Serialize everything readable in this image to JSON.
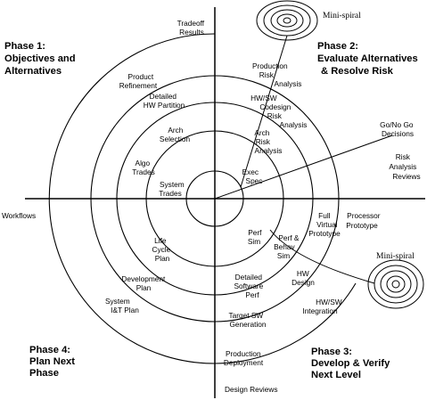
{
  "phases": [
    {
      "lines": [
        "Phase 1:",
        "Objectives and",
        "Alternatives"
      ]
    },
    {
      "lines": [
        "Phase 2:",
        "Evaluate Alternatives",
        "& Resolve Risk"
      ]
    },
    {
      "lines": [
        "Phase 3:",
        "Develop & Verify",
        "Next Level"
      ]
    },
    {
      "lines": [
        "Phase 4:",
        "Plan Next",
        "Phase"
      ]
    }
  ],
  "axis_labels": {
    "top": [
      "Tradeoff",
      "Results"
    ],
    "left": "Workflows",
    "bottom": "Design Reviews",
    "go_no_go": [
      "Go/No Go",
      "Decisions"
    ],
    "risk_reviews": [
      "Risk",
      "Analysis",
      "Reviews"
    ]
  },
  "mini_spirals": [
    "Mini-spiral",
    "Mini-spiral"
  ],
  "activities": {
    "product_refinement": [
      "Product",
      "Refinement"
    ],
    "detailed_hw_partition": [
      "Detailed",
      "HW Partition"
    ],
    "arch_selection": [
      "Arch",
      "Selection"
    ],
    "algo_trades": [
      "Algo",
      "Trades"
    ],
    "system_trades": [
      "System",
      "Trades"
    ],
    "production_risk_analysis": [
      "Production",
      "Risk",
      "Analysis"
    ],
    "hw_sw_codesign_risk": [
      "HW/SW",
      "Codesign",
      "Risk",
      "Analysis"
    ],
    "arch_risk_analysis": [
      "Arch",
      "Risk",
      "Analysis"
    ],
    "exec_spec": [
      "Exec",
      "Spec"
    ],
    "perf_sim": [
      "Perf",
      "Sim"
    ],
    "perf_behav_sim": [
      "Perf &",
      "Behav",
      "Sim"
    ],
    "full_virtual_prototype": [
      "Full",
      "Virtual",
      "Prototype"
    ],
    "processor_prototype": [
      "Processor",
      "Prototype"
    ],
    "hw_design": [
      "HW",
      "Design"
    ],
    "hw_sw_integration": [
      "HW/SW",
      "Integration"
    ],
    "detailed_software_perf": [
      "Detailed",
      "Software",
      "Perf"
    ],
    "target_sw_generation": [
      "Target SW",
      "Generation"
    ],
    "production_deployment": [
      "Production",
      "Deployment"
    ],
    "life_cycle_plan": [
      "Life",
      "Cycle",
      "Plan"
    ],
    "development_plan": [
      "Development",
      "Plan"
    ],
    "system_it_plan": [
      "System",
      "I&T Plan"
    ]
  }
}
